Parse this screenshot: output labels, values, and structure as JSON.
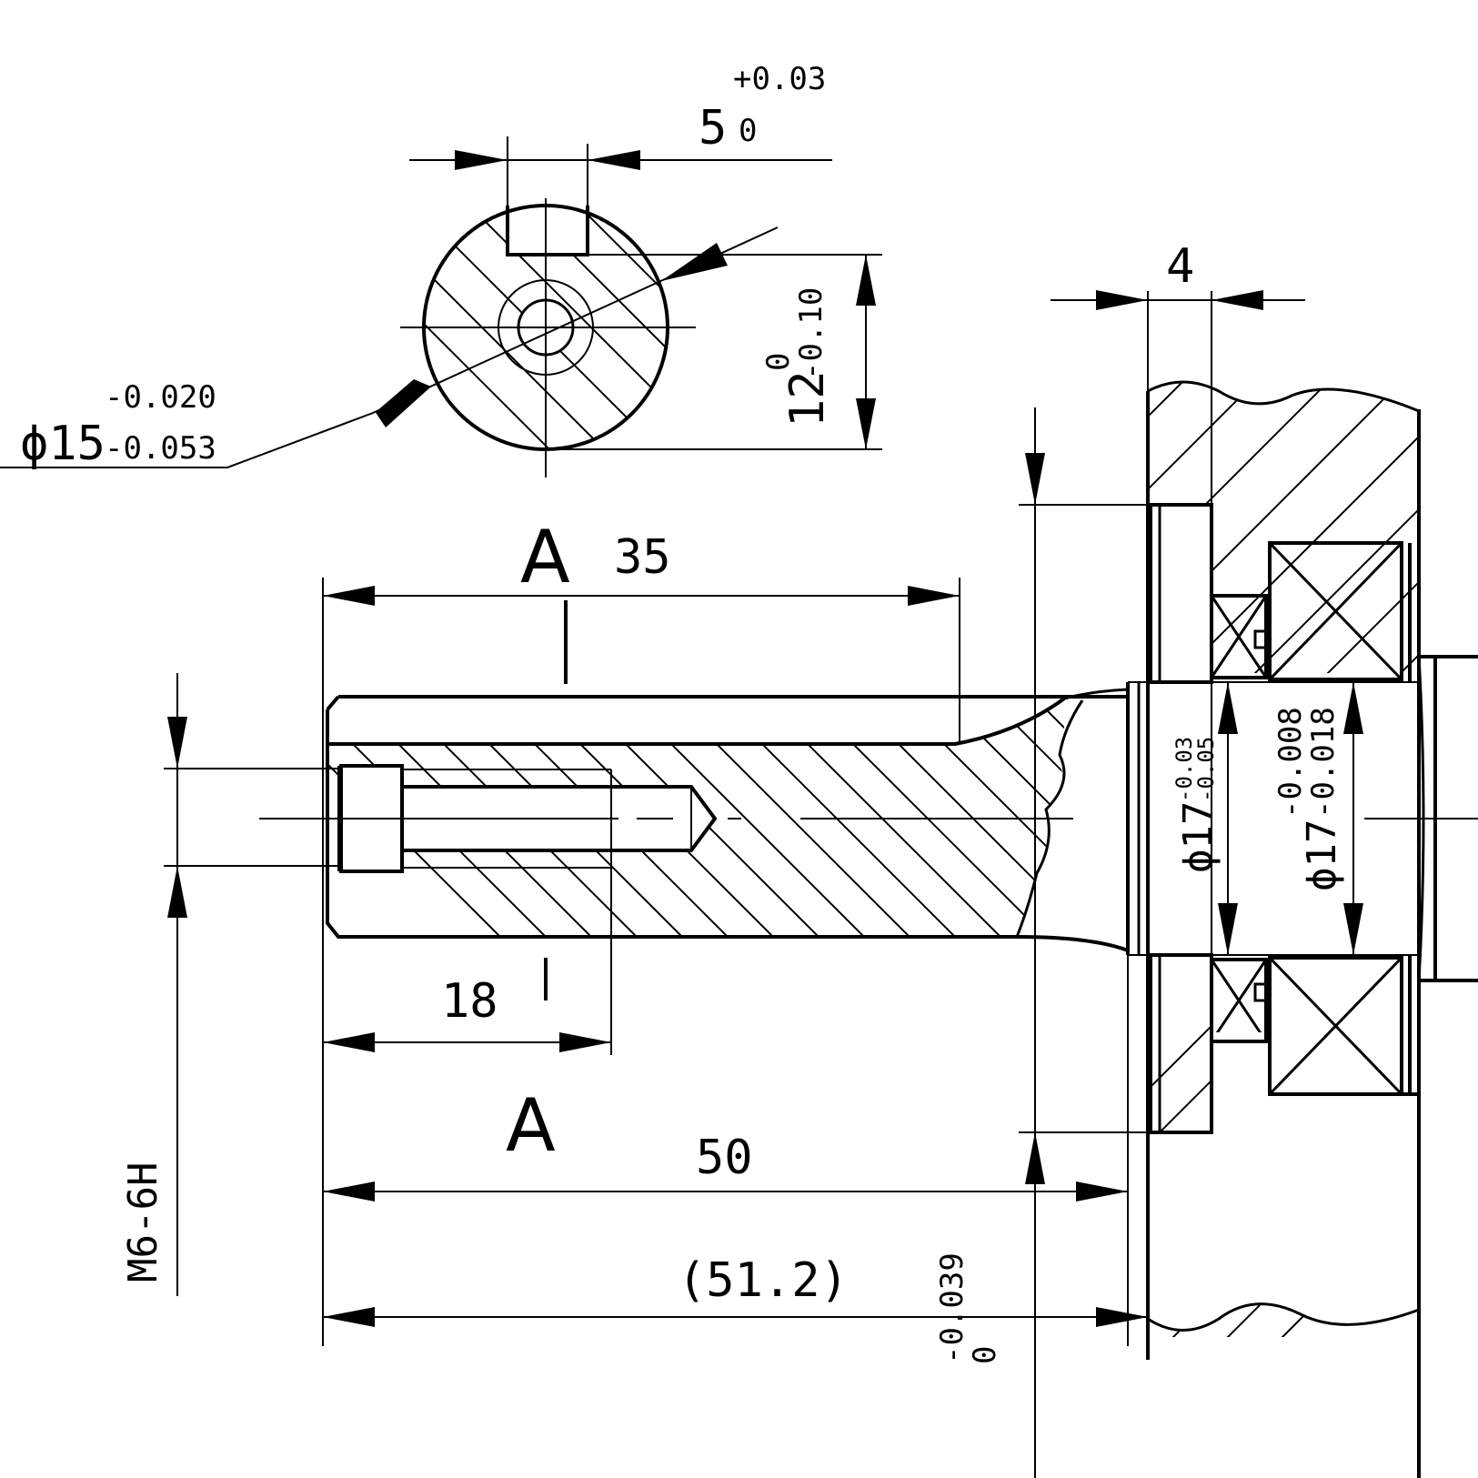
{
  "drawing": {
    "keyway_width": {
      "nominal": "5",
      "upper": "+0.03",
      "lower": "0"
    },
    "shaft_diameter": {
      "prefix": "ϕ15",
      "upper": "-0.020",
      "lower": "-0.053"
    },
    "key_depth": {
      "nominal": "12",
      "upper": "0",
      "lower": "-0.10"
    },
    "flange_width": "4",
    "section_label": "A",
    "key_length": "35",
    "thread_depth": "18",
    "shaft_length": "50",
    "total_length": "(51.2)",
    "thread_spec": "M6-6H",
    "bore_tolerance": {
      "upper": "-0.039",
      "lower": "0"
    },
    "journal_diameter": {
      "prefix": "ϕ17",
      "upper": "-0.03",
      "lower": "-0.05"
    },
    "bearing_diameter": {
      "prefix": "ϕ17",
      "upper": "-0.008",
      "lower": "-0.018"
    }
  }
}
